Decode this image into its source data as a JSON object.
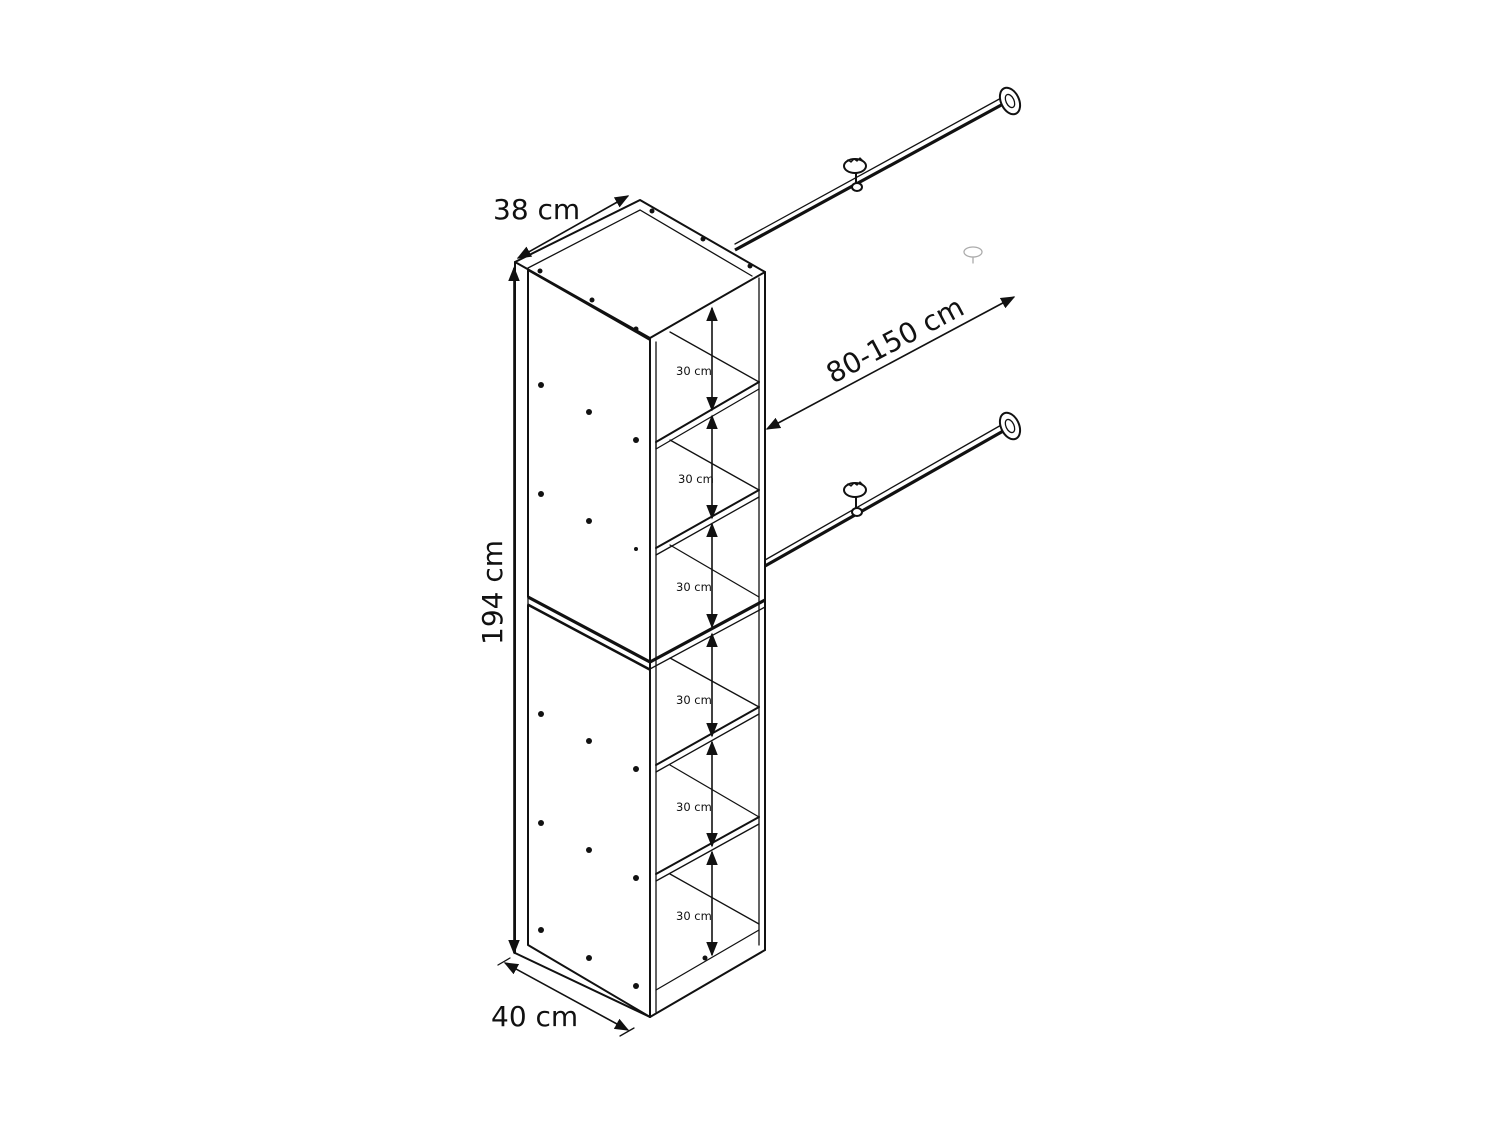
{
  "dimensions": {
    "depth_top": "38 cm",
    "depth_bottom": "40 cm",
    "height": "194 cm",
    "rod_span": "80-150 cm",
    "shelf_gaps": [
      "30 cm",
      "30 cm",
      "30 cm",
      "30 cm",
      "30 cm",
      "30 cm"
    ]
  },
  "icons": {
    "rod_clamp": "adjuster-knob-icon",
    "rod_mount": "wall-flange-icon"
  }
}
